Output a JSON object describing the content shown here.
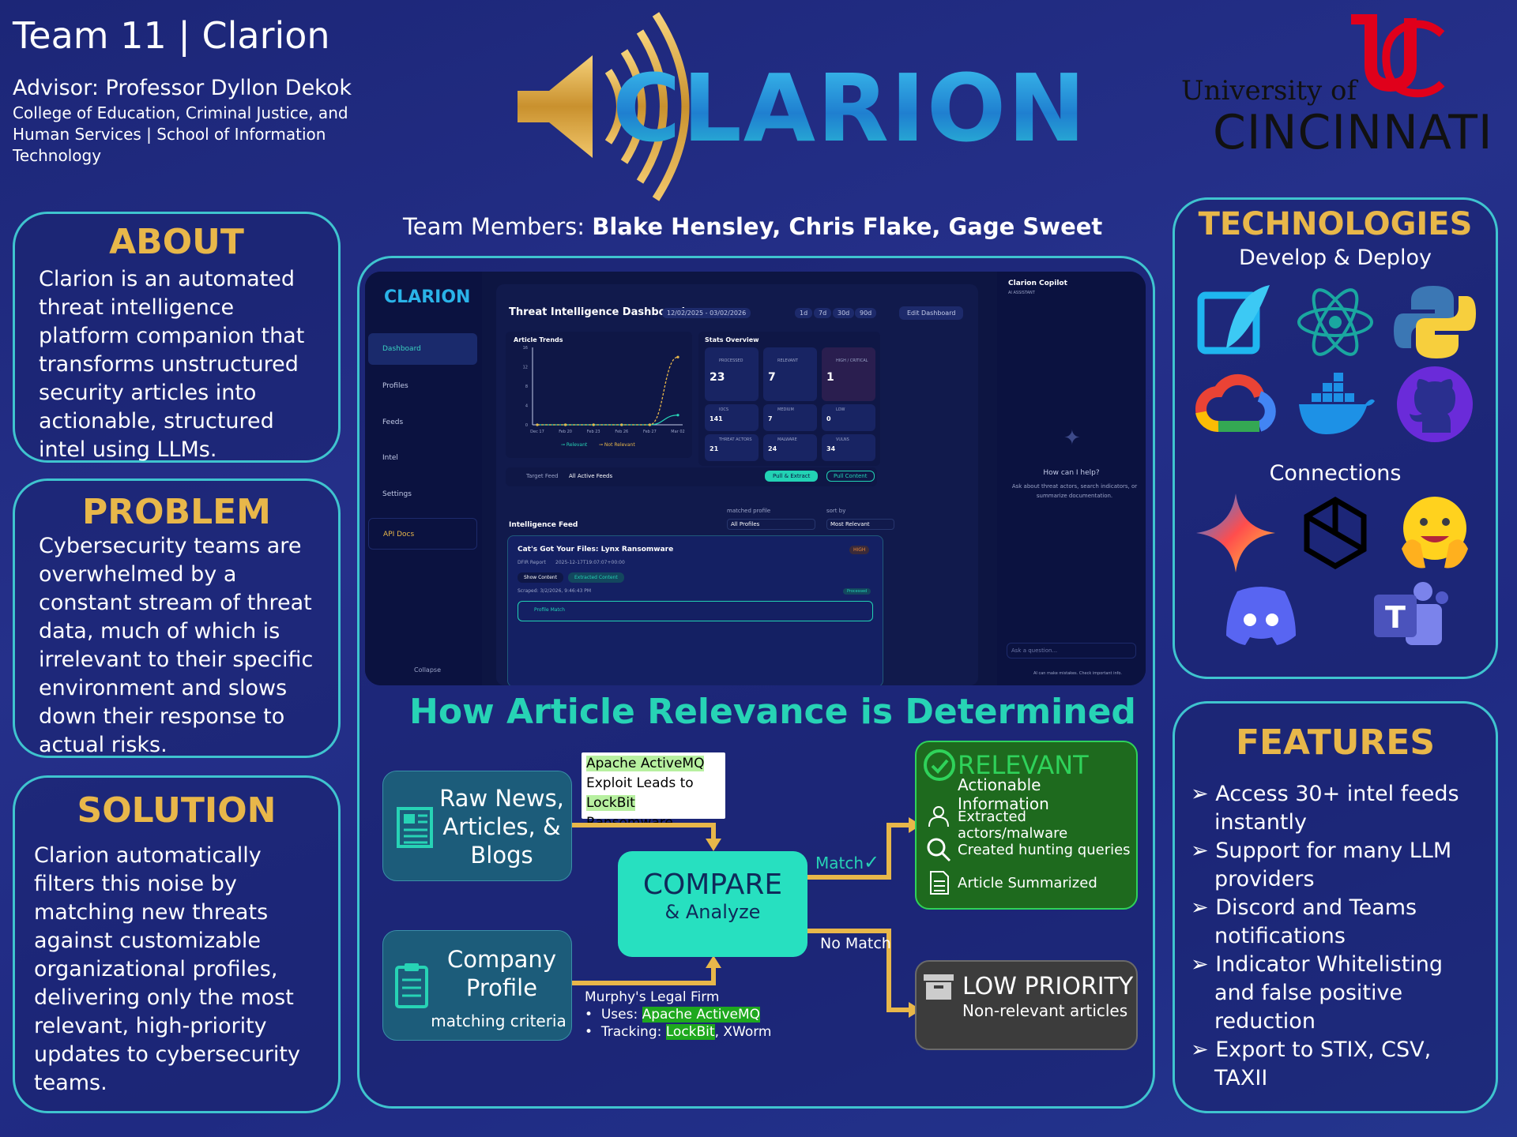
{
  "header": {
    "title": "Team 11 | Clarion",
    "advisor": "Advisor: Professor Dyllon Dekok",
    "college": "College of Education, Criminal Justice, and Human Services | School of Information Technology"
  },
  "logo": {
    "text": "CLARION"
  },
  "university": {
    "line1": "University of",
    "line2": "CINCINNATI"
  },
  "members": {
    "label": "Team Members: ",
    "names": "Blake Hensley, Chris Flake, Gage Sweet"
  },
  "about": {
    "title": "ABOUT",
    "text": "Clarion is an automated threat intelligence platform companion that transforms unstructured security articles into actionable, structured intel using LLMs."
  },
  "problem": {
    "title": "PROBLEM",
    "text": "Cybersecurity teams are overwhelmed by a constant stream of threat data, much of which is irrelevant to their specific environment and slows down their response to actual risks."
  },
  "solution": {
    "title": "SOLUTION",
    "text": "Clarion automatically filters this noise by matching new threats against customizable organizational profiles, delivering only the most relevant, high-priority updates to cybersecurity teams."
  },
  "technologies": {
    "title": "TECHNOLOGIES",
    "develop": "Develop & Deploy",
    "connections": "Connections",
    "icons": [
      "feather-pen-icon",
      "react-icon",
      "python-icon",
      "google-cloud-icon",
      "docker-icon",
      "github-icon",
      "gemini-icon",
      "openai-icon",
      "huggingface-icon",
      "discord-icon",
      "teams-icon"
    ]
  },
  "features": {
    "title": "FEATURES",
    "items": [
      "Access 30+ intel feeds instantly",
      "Support for many LLM providers",
      "Discord and Teams notifications",
      "Indicator Whitelisting and false positive reduction",
      "Export to STIX, CSV, TAXII"
    ]
  },
  "dashboard": {
    "logo": "CLARION",
    "nav": [
      "Dashboard",
      "Profiles",
      "Feeds",
      "Intel",
      "Settings",
      "API Docs"
    ],
    "collapse": "Collapse",
    "title": "Threat Intelligence Dashboard",
    "date_range": "12/02/2025 - 03/02/2026",
    "ranges": [
      "1d",
      "7d",
      "30d",
      "90d"
    ],
    "edit": "Edit Dashboard",
    "trends_title": "Article Trends",
    "stats_title": "Stats Overview",
    "stats": [
      {
        "label": "PROCESSED",
        "value": "23"
      },
      {
        "label": "RELEVANT",
        "value": "7"
      },
      {
        "label": "HIGH / CRITICAL",
        "value": "1"
      },
      {
        "label": "IOCS",
        "value": "141"
      },
      {
        "label": "MEDIUM",
        "value": "7"
      },
      {
        "label": "LOW",
        "value": "0"
      },
      {
        "label": "THREAT ACTORS",
        "value": "21"
      },
      {
        "label": "MALWARE",
        "value": "24"
      },
      {
        "label": "VULNS",
        "value": "34"
      }
    ],
    "target_feed_label": "Target Feed",
    "target_feed_value": "All Active Feeds",
    "pull_extract": "Pull & Extract",
    "pull_content": "Pull Content",
    "feed_title": "Intelligence Feed",
    "matched_profile_label": "matched profile",
    "matched_profile_value": "All Profiles",
    "sort_label": "sort by",
    "sort_value": "Most Relevant",
    "article_title": "Cat's Got Your Files: Lynx Ransomware",
    "article_badge": "HIGH",
    "article_source": "DFIR Report",
    "article_date": "2025-12-17T19:07:07+00:00",
    "show_content": "Show Content",
    "extracted_content": "Extracted Content",
    "scraped": "Scraped: 3/2/2026, 9:46:43 PM",
    "processed": "Processed",
    "profile_match": "Profile Match",
    "copilot_title": "Clarion Copilot",
    "copilot_sub": "AI ASSISTANT",
    "help_title": "How can I help?",
    "help_text": "Ask about threat actors, search indicators, or summarize documentation.",
    "ask_placeholder": "Ask a question...",
    "disclaimer": "AI can make mistakes. Check important info."
  },
  "chart_data": {
    "type": "line",
    "title": "Article Trends",
    "categories": [
      "Dec 17",
      "Feb 20",
      "Feb 23",
      "Feb 26",
      "Feb 27",
      "Mar 02"
    ],
    "series": [
      {
        "name": "Relevant",
        "values": [
          0,
          0,
          0,
          0,
          0,
          2
        ]
      },
      {
        "name": "Not Relevant",
        "values": [
          0,
          0,
          0,
          0,
          0,
          14
        ]
      }
    ],
    "ylim": [
      0,
      16
    ],
    "yticks": [
      "16",
      "12",
      "8",
      "4",
      "0"
    ],
    "legend": "bottom"
  },
  "relevance": {
    "title": "How Article Relevance is Determined",
    "raw": "Raw News, Articles, & Blogs",
    "sample_line1": "Apache ActiveMQ",
    "sample_line2": "Exploit Leads to",
    "sample_line3a": "LockBit",
    "sample_line3b": " Ransomware",
    "company": "Company Profile",
    "company_sub": "matching criteria",
    "profile_name": "Murphy's Legal Firm",
    "uses_label": "Uses: ",
    "uses_value": "Apache ActiveMQ",
    "tracking_label": "Tracking: ",
    "tracking_value": "LockBit",
    "tracking_rest": ", XWorm",
    "compare": "COMPARE",
    "analyze": "& Analyze",
    "match": "Match",
    "nomatch": "No Match",
    "relevant_title": "RELEVANT",
    "relevant_sub": "Actionable Information",
    "relevant_items": [
      "Extracted actors/malware",
      "Created hunting queries",
      "Article Summarized"
    ],
    "low_title": "LOW PRIORITY",
    "low_sub": "Non-relevant articles"
  }
}
